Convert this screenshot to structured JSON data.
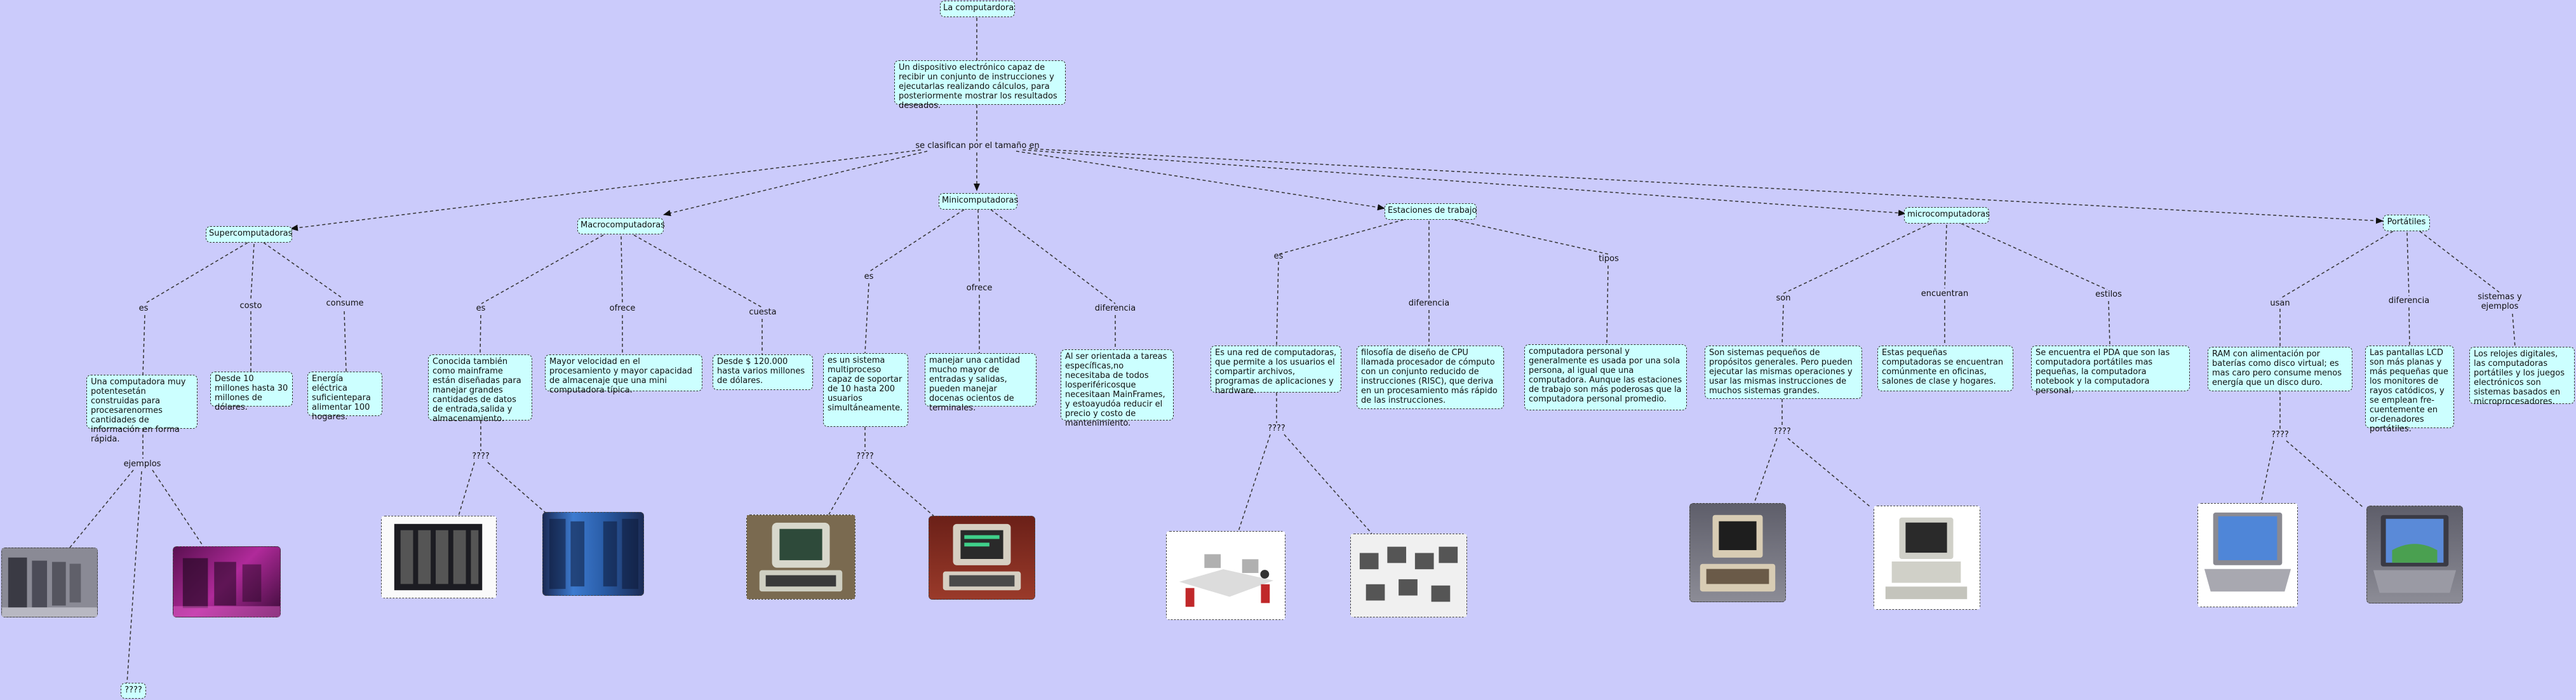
{
  "root": "La computardora",
  "definition": "Un dispositivo electrónico capaz de recibir un conjunto de instrucciones y ejecutarlas realizando cálculos, para posteriormente mostrar los resultados deseados.",
  "classify_label": "se clasifican por el tamaño en",
  "unknown_label": "????",
  "types": {
    "super": {
      "title": "Supercomputadoras",
      "rel1": "es",
      "rel2": "costo",
      "rel3": "consume",
      "desc1": "Una computadora muy potentesetán construidas para procesarenormes cantidades de información en forma rápida.",
      "desc2": "Desde 10 millones hasta 30 millones de dólares.",
      "desc3": "Energía eléctrica suficientepara alimentar 100 hogares.",
      "examples": "ejemplos"
    },
    "macro": {
      "title": "Macrocomputadoras",
      "rel1": "es",
      "rel2": "ofrece",
      "rel3": "cuesta",
      "desc1": "Conocida también como mainframe están diseñadas para manejar grandes cantidades de datos de entrada,salida y almacenamiento.",
      "desc2": "Mayor velocidad en el procesamiento y mayor capacidad de almacenaje que una mini computadora típica.",
      "desc3": "Desde $ 120.000 hasta varios millones de dólares."
    },
    "mini": {
      "title": "Minicomputadoras",
      "rel1": "es",
      "rel2": "ofrece",
      "rel3": "diferencia",
      "desc1": "es un sistema multiproceso capaz de soportar de 10 hasta 200 usuarios simultáneamente.",
      "desc2": "manejar una cantidad mucho mayor de entradas y salidas, pueden manejar docenas ocientos de terminales.",
      "desc3": "Al ser orientada a tareas específicas,no necesitaba de todos losperiféricosque necesitaan MainFrames, y estoayudóa reducir el precio y costo de mantenimiento."
    },
    "work": {
      "title": "Estaciones de trabajo",
      "rel1": "es",
      "rel2": "diferencia",
      "rel3": "tipos",
      "desc1": "Es una red de computadoras, que permite a los usuarios el compartir archivos, programas de aplicaciones y hardware.",
      "desc2": "filosofía de diseño de CPU llamada procesador de cómputo con un conjunto reducido de instrucciones (RISC), que deriva en un procesamiento más rápido de las instrucciones.",
      "desc3": "computadora personal y generalmente es usada por una sola persona, al igual que una computadora. Aunque las estaciones de trabajo son más poderosas que la computadora personal promedio."
    },
    "micro": {
      "title": "microcomputadoras",
      "rel1": "son",
      "rel2": "encuentran",
      "rel3": "estilos",
      "desc1": "Son sistemas pequeños de propósitos generales. Pero pueden ejecutar las mismas operaciones y usar las mismas instrucciones de muchos sistemas grandes.",
      "desc2": "Estas pequeñas computadoras se encuentran comúnmente en oficinas, salones de clase y hogares.",
      "desc3": "Se encuentra el PDA que son las computadora portátiles mas pequeñas, la computadora notebook y la computadora personal."
    },
    "port": {
      "title": "Portátiles",
      "rel1": "usan",
      "rel2": "diferencia",
      "rel3": "sistemas y ejemplos",
      "desc1": "RAM con alimentación por baterías como disco virtual; es mas caro pero consume menos energía que un disco duro.",
      "desc2": "Las pantallas LCD son más planas y más pequeñas que los monitores de rayos catódicos, y se emplean fre-cuentemente en or-denadores portátiles.",
      "desc3": "Los relojes digitales, las computadoras portátiles y los juegos electrónicos son sistemas basados en microprocesadores."
    }
  }
}
